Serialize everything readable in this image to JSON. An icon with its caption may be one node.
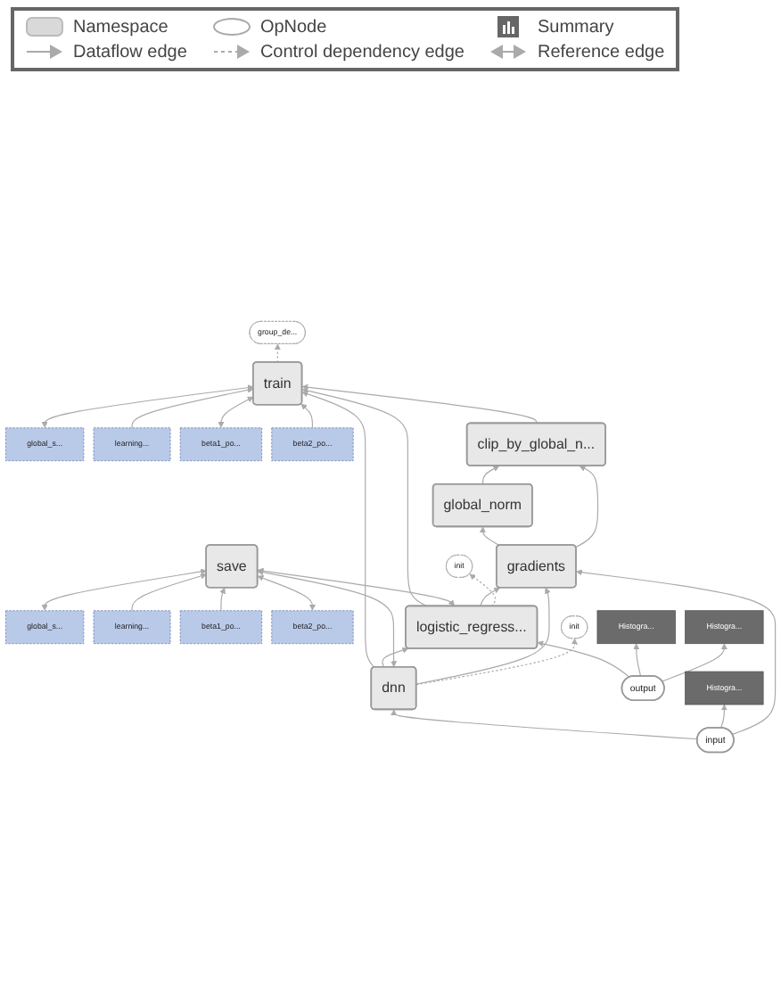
{
  "diagram": {
    "nodes": [
      {
        "text": [
          "train"
        ]
      },
      {
        "text": [
          "global_s..."
        ]
      },
      {
        "text": [
          "learning..."
        ]
      },
      {
        "text": [
          "beta1_po..."
        ]
      },
      {
        "text": [
          "beta2_po..."
        ]
      },
      {
        "text": [
          "group_de..."
        ]
      },
      {
        "text": [
          "clip_by_global_n..."
        ]
      },
      {
        "text": [
          "global_norm"
        ]
      },
      {
        "text": [
          "save"
        ]
      },
      {
        "text": [
          "global_s..."
        ]
      },
      {
        "text": [
          "learning..."
        ]
      },
      {
        "text": [
          "beta1_po..."
        ]
      },
      {
        "text": [
          "beta2_po..."
        ]
      },
      {
        "text": [
          "gradients"
        ]
      },
      {
        "text": [
          "logistic_regress..."
        ]
      },
      {
        "text": [
          "init"
        ]
      },
      {
        "text": [
          "dnn"
        ]
      },
      {
        "text": [
          "init"
        ]
      },
      {
        "text": [
          "output"
        ]
      },
      {
        "text": [
          "Histogra..."
        ]
      },
      {
        "text": [
          "Histogra..."
        ]
      },
      {
        "text": [
          "input"
        ]
      },
      {
        "text": [
          "Histogra..."
        ]
      }
    ],
    "edges": [
      {
        "from": 1,
        "to": 0,
        "arrow": "both"
      },
      {
        "from": 2,
        "to": 0,
        "arrow": "to"
      },
      {
        "from": 3,
        "to": 0,
        "arrow": "both"
      },
      {
        "from": 4,
        "to": 0,
        "arrow": "to"
      },
      {
        "from": 0,
        "to": 5,
        "arrow": "to",
        "style": "dashed"
      },
      {
        "from": 6,
        "to": 0,
        "arrow": "to"
      },
      {
        "from": 7,
        "to": 6,
        "arrow": "to"
      },
      {
        "from": 13,
        "to": 7,
        "arrow": "to"
      },
      {
        "from": 13,
        "to": 6,
        "arrow": "to"
      },
      {
        "from": 14,
        "to": 0,
        "arrow": "to"
      },
      {
        "from": 16,
        "to": 0,
        "arrow": "to"
      },
      {
        "from": 9,
        "to": 8,
        "arrow": "both"
      },
      {
        "from": 10,
        "to": 8,
        "arrow": "to"
      },
      {
        "from": 11,
        "to": 8,
        "arrow": "to"
      },
      {
        "from": 12,
        "to": 8,
        "arrow": "both"
      },
      {
        "from": 14,
        "to": 8,
        "arrow": "both"
      },
      {
        "from": 14,
        "to": 13,
        "arrow": "to"
      },
      {
        "from": 14,
        "to": 15,
        "arrow": "to",
        "style": "dashed"
      },
      {
        "from": 16,
        "to": 14,
        "arrow": "to"
      },
      {
        "from": 16,
        "to": 8,
        "arrow": "both"
      },
      {
        "from": 16,
        "to": 13,
        "arrow": "to"
      },
      {
        "from": 16,
        "to": 17,
        "arrow": "to",
        "style": "dashed"
      },
      {
        "from": 18,
        "to": 14,
        "arrow": "to"
      },
      {
        "from": 18,
        "to": 19,
        "arrow": "to"
      },
      {
        "from": 18,
        "to": 20,
        "arrow": "to"
      },
      {
        "from": 21,
        "to": 16,
        "arrow": "to"
      },
      {
        "from": 21,
        "to": 22,
        "arrow": "to"
      },
      {
        "from": 21,
        "to": 13,
        "arrow": "to"
      }
    ],
    "legend": [
      {
        "text": "Namespace"
      },
      {
        "text": "OpNode"
      },
      {
        "text": "Summary"
      },
      {
        "text": "Dataflow edge"
      },
      {
        "text": "Control dependency edge"
      },
      {
        "text": "Reference edge"
      }
    ]
  }
}
